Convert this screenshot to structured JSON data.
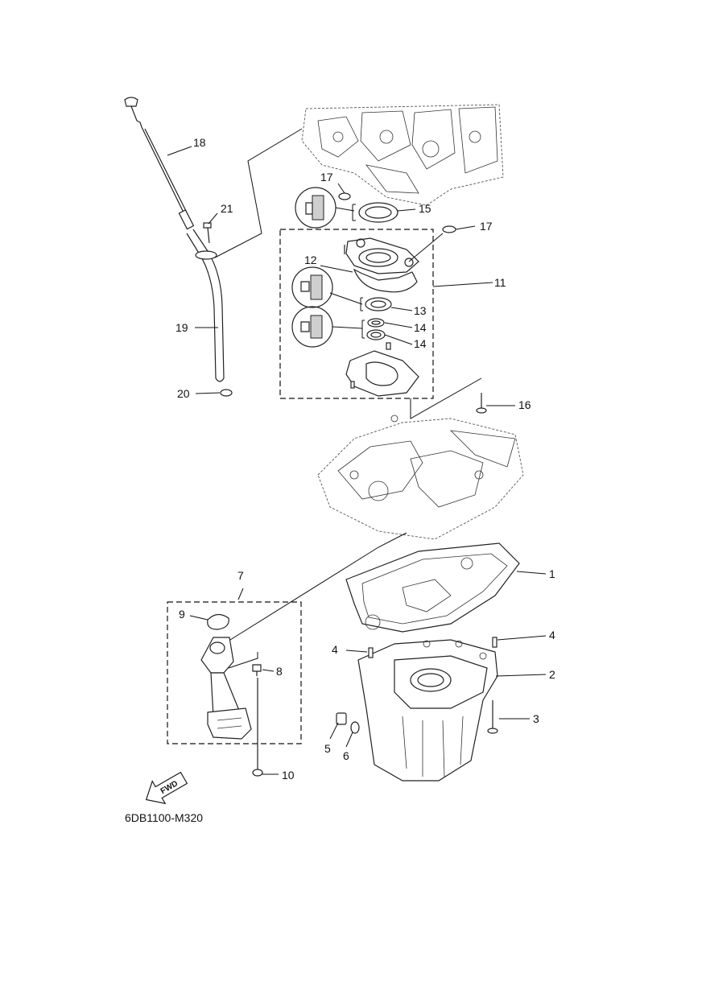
{
  "diagram_code": "6DB1100-M320",
  "fwd_label": "FWD",
  "callouts": {
    "c1": "1",
    "c2": "2",
    "c3": "3",
    "c4a": "4",
    "c4b": "4",
    "c5": "5",
    "c6": "6",
    "c7": "7",
    "c8": "8",
    "c9": "9",
    "c10": "10",
    "c11": "11",
    "c12": "12",
    "c13": "13",
    "c14a": "14",
    "c14b": "14",
    "c15": "15",
    "c16": "16",
    "c17a": "17",
    "c17b": "17",
    "c18": "18",
    "c19": "19",
    "c20": "20",
    "c21": "21"
  }
}
